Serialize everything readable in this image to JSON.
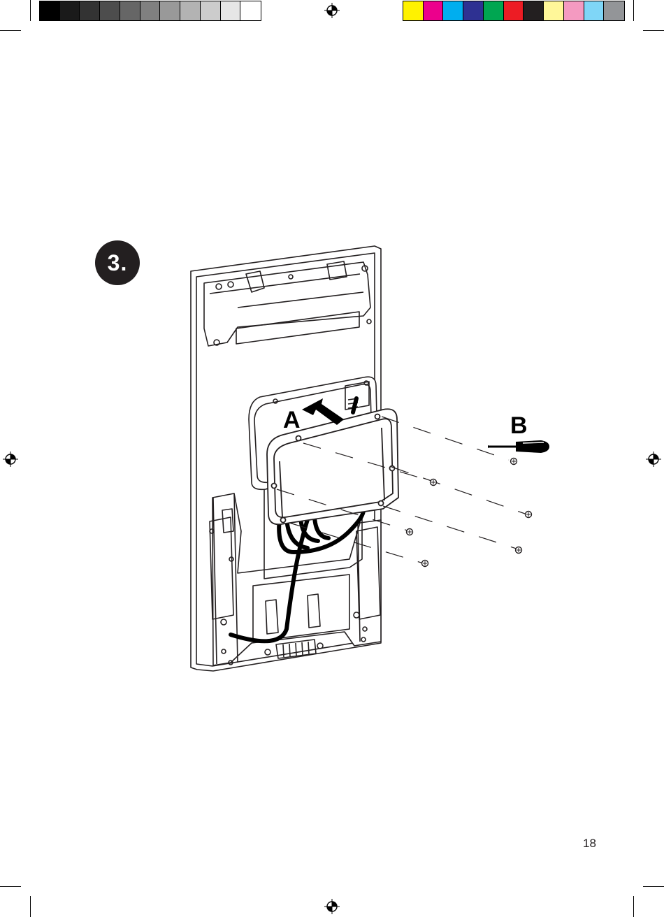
{
  "page": {
    "step_number": "3.",
    "label_a": "A",
    "label_b": "B",
    "page_number": "18"
  },
  "print_marks": {
    "gray_swatches": [
      "#000000",
      "#1a1a1a",
      "#333333",
      "#4d4d4d",
      "#666666",
      "#808080",
      "#999999",
      "#b3b3b3",
      "#cccccc",
      "#e6e6e6",
      "#ffffff"
    ],
    "color_swatches": [
      "#fff200",
      "#ec008c",
      "#00aeef",
      "#2e3192",
      "#00a651",
      "#ed1c24",
      "#231f20",
      "#fff799",
      "#f49ac1",
      "#7fd6f7",
      "#939598"
    ]
  },
  "illustration": {
    "subject": "wall-mounted-panel-with-cover-plate",
    "icons": [
      "registration-target-icon",
      "screwdriver-icon",
      "screw-icon",
      "arrow-icon"
    ]
  }
}
